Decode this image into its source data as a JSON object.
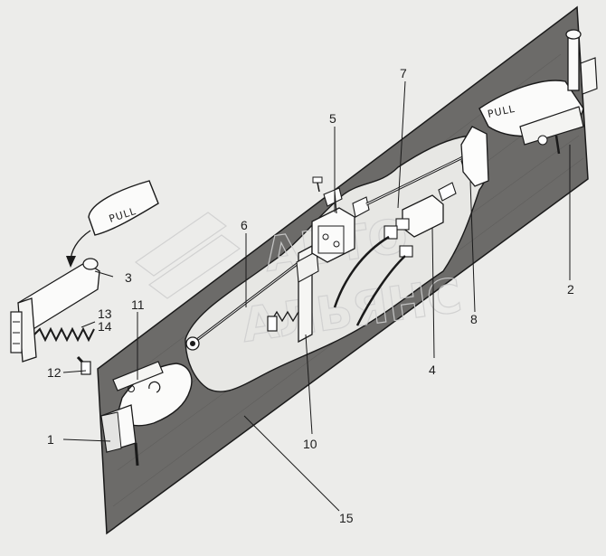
{
  "diagram": {
    "embossed_label": "PULL",
    "watermark": {
      "line1": "АВТО",
      "line2": "АЛЬЯНС"
    },
    "callouts": [
      {
        "id": "c1",
        "label": "1"
      },
      {
        "id": "c2",
        "label": "2"
      },
      {
        "id": "c3",
        "label": "3"
      },
      {
        "id": "c4",
        "label": "4"
      },
      {
        "id": "c5",
        "label": "5"
      },
      {
        "id": "c6",
        "label": "6"
      },
      {
        "id": "c7",
        "label": "7"
      },
      {
        "id": "c8",
        "label": "8"
      },
      {
        "id": "c10",
        "label": "10"
      },
      {
        "id": "c11",
        "label": "11"
      },
      {
        "id": "c12",
        "label": "12"
      },
      {
        "id": "c13",
        "label": "13"
      },
      {
        "id": "c14",
        "label": "14"
      },
      {
        "id": "c15",
        "label": "15"
      }
    ]
  }
}
